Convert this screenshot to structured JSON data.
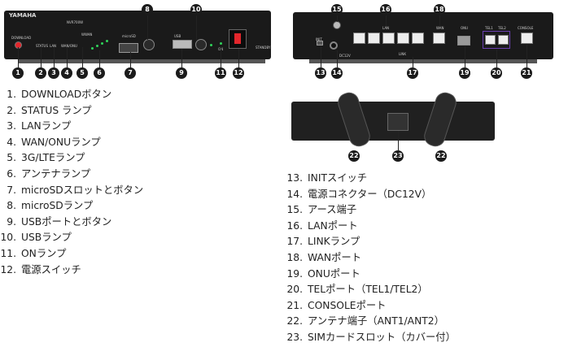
{
  "front_panel": {
    "brand": "YAMAHA",
    "model_badge": "NVR700W",
    "label_download": "DOWNLOAD",
    "label_status": "STATUS",
    "label_lan": "LAN",
    "label_wanonu": "WAN/ONU",
    "label_wwan": "WWAN",
    "label_microsd": "microSD",
    "label_usb": "USB",
    "label_on": "ON",
    "label_standby": "STANDBY"
  },
  "rear_panel": {
    "label_lan": "LAN",
    "label_link": "LINK",
    "label_wan": "WAN",
    "label_onu": "ONU",
    "label_tel1": "TEL1",
    "label_tel2": "TEL2",
    "label_console": "CONSOLE",
    "label_init": "INIT",
    "label_dc": "DC12V"
  },
  "callouts": {
    "front": [
      "1",
      "2",
      "3",
      "4",
      "5",
      "6",
      "7",
      "8",
      "9",
      "10",
      "11",
      "12"
    ],
    "rear": [
      "13",
      "14",
      "15",
      "16",
      "17",
      "18",
      "19",
      "20",
      "21"
    ],
    "bottom": [
      "22",
      "23",
      "22"
    ]
  },
  "legend_left": [
    {
      "num": "1.",
      "text": "DOWNLOADボタン"
    },
    {
      "num": "2.",
      "text": "STATUS ランプ"
    },
    {
      "num": "3.",
      "text": "LANランプ"
    },
    {
      "num": "4.",
      "text": "WAN/ONUランプ"
    },
    {
      "num": "5.",
      "text": "3G/LTEランプ"
    },
    {
      "num": "6.",
      "text": "アンテナランプ"
    },
    {
      "num": "7.",
      "text": "microSDスロットとボタン"
    },
    {
      "num": "8.",
      "text": "microSDランプ"
    },
    {
      "num": "9.",
      "text": "USBポートとボタン"
    },
    {
      "num": "10.",
      "text": "USBランプ"
    },
    {
      "num": "11.",
      "text": "ONランプ"
    },
    {
      "num": "12.",
      "text": "電源スイッチ"
    }
  ],
  "legend_right": [
    {
      "num": "13.",
      "text": "INITスイッチ"
    },
    {
      "num": "14.",
      "text": "電源コネクター（DC12V）"
    },
    {
      "num": "15.",
      "text": "アース端子"
    },
    {
      "num": "16.",
      "text": "LANポート"
    },
    {
      "num": "17.",
      "text": "LINKランプ"
    },
    {
      "num": "18.",
      "text": "WANポート"
    },
    {
      "num": "19.",
      "text": "ONUポート"
    },
    {
      "num": "20.",
      "text": "TELポート（TEL1/TEL2）"
    },
    {
      "num": "21.",
      "text": "CONSOLEポート"
    },
    {
      "num": "22.",
      "text": "アンテナ端子（ANT1/ANT2）"
    },
    {
      "num": "23.",
      "text": "SIMカードスロット（カバー付）"
    }
  ],
  "colors": {
    "device_body": "#1a1a1a",
    "callout_fill": "#1b1b1b",
    "download_button": "#e3262c",
    "led_green": "#2fd35a",
    "tel_port_accent": "#6a3fb0"
  }
}
